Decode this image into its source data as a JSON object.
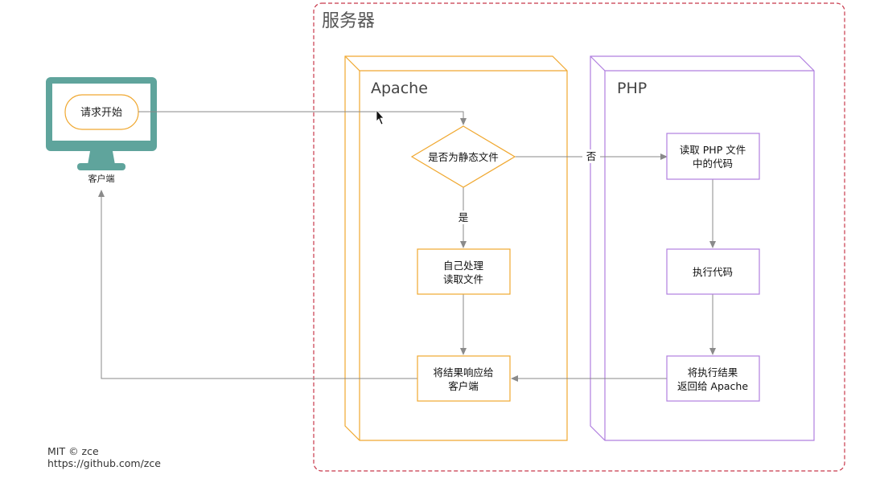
{
  "server": {
    "title": "服务器"
  },
  "client": {
    "button_label": "请求开始",
    "caption": "客户端"
  },
  "apache": {
    "title": "Apache",
    "decision": "是否为静态文件",
    "yes_label": "是",
    "no_label": "否",
    "self_process": [
      "自己处理",
      "读取文件"
    ],
    "respond": [
      "将结果响应给",
      "客户端"
    ]
  },
  "php": {
    "title": "PHP",
    "read_code": [
      "读取 PHP 文件",
      "中的代码"
    ],
    "execute": "执行代码",
    "return": [
      "将执行结果",
      "返回给 Apache"
    ]
  },
  "footer": {
    "license": "MIT © zce",
    "url": "https://github.com/zce"
  },
  "colors": {
    "server_border": "#c8384b",
    "apache": "#f0a830",
    "php": "#b07fdf",
    "monitor": "#5fa49c",
    "edge": "#8a8a8a"
  },
  "icons": {
    "cursor": "mouse-cursor-icon",
    "monitor": "monitor-icon"
  }
}
